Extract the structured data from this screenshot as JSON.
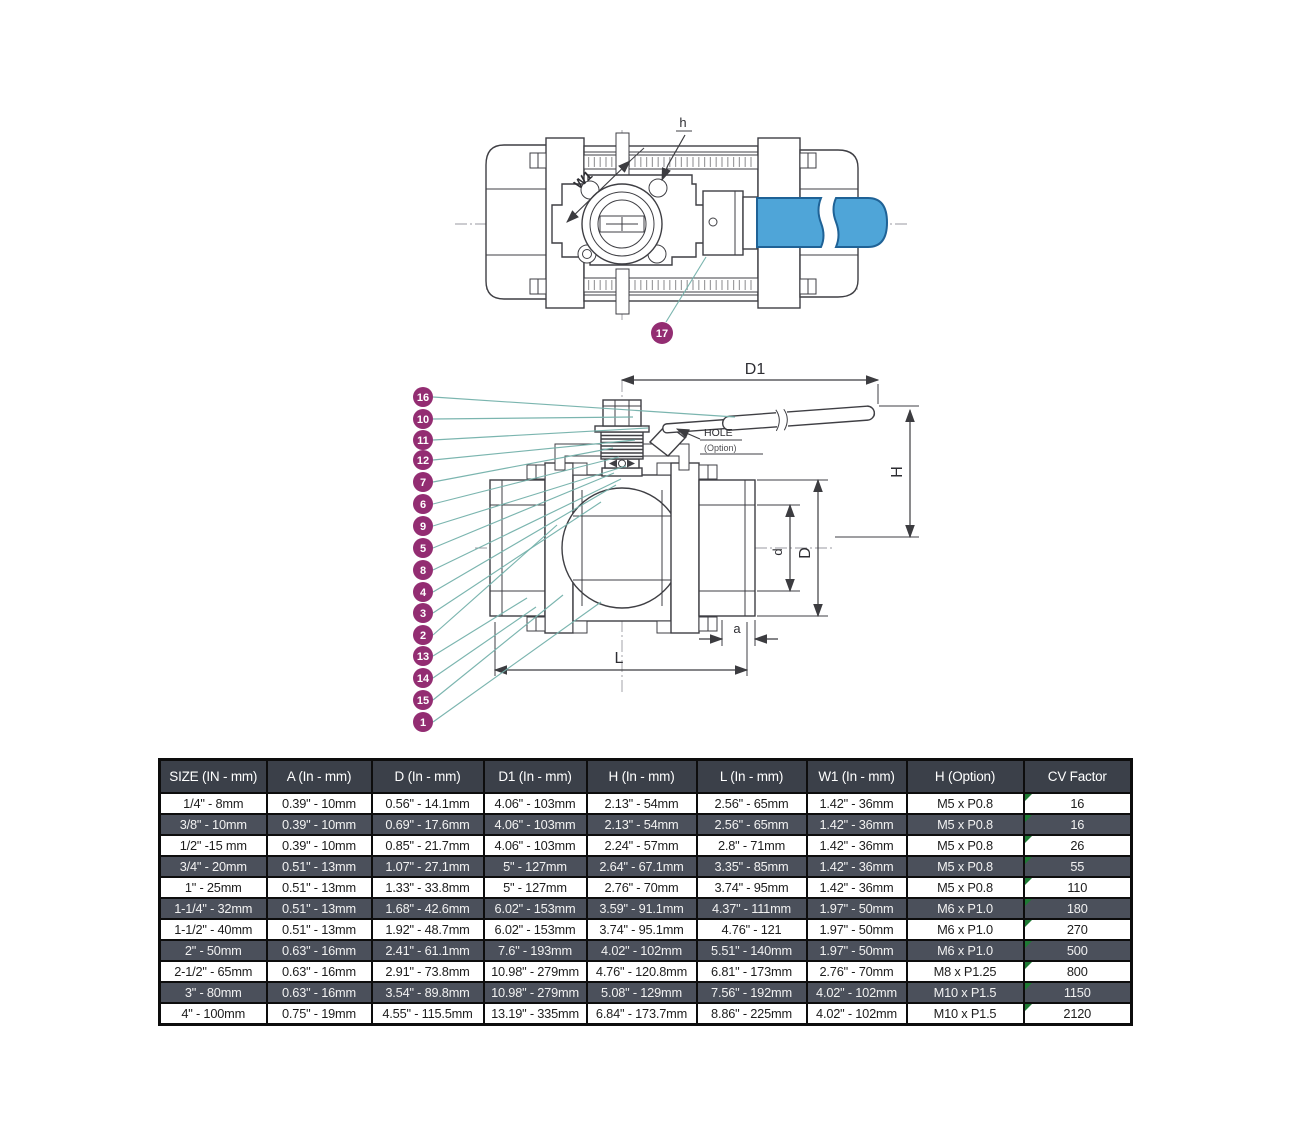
{
  "colors": {
    "callout": "#932d72",
    "leader": "#74b1ab",
    "handle_blue": "#4fa5d8",
    "handle_blue_stroke": "#1f6296",
    "table_header_bg": "#3b4049",
    "table_dark_row_bg": "#4b505b",
    "cv_flag_green": "#1e7a34"
  },
  "top_view": {
    "labels": {
      "w1": "W1",
      "h": "h"
    },
    "callout": "17"
  },
  "side_view": {
    "dim_labels": {
      "d1": "D1",
      "h": "H",
      "d_small": "d",
      "d_large": "D",
      "a": "a",
      "l": "L"
    },
    "hole_note": {
      "line1": "HOLE",
      "line2": "(Option)"
    },
    "callouts": [
      "16",
      "10",
      "11",
      "12",
      "7",
      "6",
      "9",
      "5",
      "8",
      "4",
      "3",
      "2",
      "13",
      "14",
      "15",
      "1"
    ]
  },
  "table": {
    "headers": [
      "SIZE (IN - mm)",
      "A (In - mm)",
      "D (In - mm)",
      "D1 (In - mm)",
      "H (In - mm)",
      "L (In - mm)",
      "W1 (In - mm)",
      "H (Option)",
      "CV Factor"
    ],
    "rows": [
      [
        "1/4\" - 8mm",
        "0.39\" - 10mm",
        "0.56\" - 14.1mm",
        "4.06\" - 103mm",
        "2.13\" - 54mm",
        "2.56\" - 65mm",
        "1.42\" - 36mm",
        "M5 x P0.8",
        "16"
      ],
      [
        "3/8\" - 10mm",
        "0.39\" - 10mm",
        "0.69\" - 17.6mm",
        "4.06\" - 103mm",
        "2.13\" - 54mm",
        "2.56\" - 65mm",
        "1.42\" - 36mm",
        "M5 x P0.8",
        "16"
      ],
      [
        "1/2\" -15 mm",
        "0.39\" - 10mm",
        "0.85\" - 21.7mm",
        "4.06\" - 103mm",
        "2.24\" - 57mm",
        "2.8\" - 71mm",
        "1.42\" - 36mm",
        "M5 x P0.8",
        "26"
      ],
      [
        "3/4\" - 20mm",
        "0.51\" - 13mm",
        "1.07\" - 27.1mm",
        "5\" - 127mm",
        "2.64\" - 67.1mm",
        "3.35\" - 85mm",
        "1.42\" - 36mm",
        "M5 x P0.8",
        "55"
      ],
      [
        "1\" - 25mm",
        "0.51\" - 13mm",
        "1.33\" - 33.8mm",
        "5\" - 127mm",
        "2.76\" - 70mm",
        "3.74\" - 95mm",
        "1.42\" - 36mm",
        "M5 x P0.8",
        "110"
      ],
      [
        "1-1/4\" - 32mm",
        "0.51\" - 13mm",
        "1.68\" - 42.6mm",
        "6.02\" - 153mm",
        "3.59\" - 91.1mm",
        "4.37\" - 111mm",
        "1.97\" - 50mm",
        "M6 x P1.0",
        "180"
      ],
      [
        "1-1/2\" - 40mm",
        "0.51\" - 13mm",
        "1.92\" - 48.7mm",
        "6.02\" - 153mm",
        "3.74\" - 95.1mm",
        "4.76\" - 121",
        "1.97\" - 50mm",
        "M6 x P1.0",
        "270"
      ],
      [
        "2\" - 50mm",
        "0.63\" - 16mm",
        "2.41\" - 61.1mm",
        "7.6\" - 193mm",
        "4.02\" - 102mm",
        "5.51\" - 140mm",
        "1.97\" - 50mm",
        "M6 x P1.0",
        "500"
      ],
      [
        "2-1/2\" - 65mm",
        "0.63\" - 16mm",
        "2.91\" - 73.8mm",
        "10.98\" - 279mm",
        "4.76\" - 120.8mm",
        "6.81\" - 173mm",
        "2.76\" - 70mm",
        "M8 x P1.25",
        "800"
      ],
      [
        "3\" - 80mm",
        "0.63\" - 16mm",
        "3.54\" - 89.8mm",
        "10.98\" - 279mm",
        "5.08\" - 129mm",
        "7.56\" - 192mm",
        "4.02\" - 102mm",
        "M10 x P1.5",
        "1150"
      ],
      [
        "4\" - 100mm",
        "0.75\" - 19mm",
        "4.55\" - 115.5mm",
        "13.19\" - 335mm",
        "6.84\" - 173.7mm",
        "8.86\" - 225mm",
        "4.02\" - 102mm",
        "M10 x P1.5",
        "2120"
      ]
    ]
  }
}
